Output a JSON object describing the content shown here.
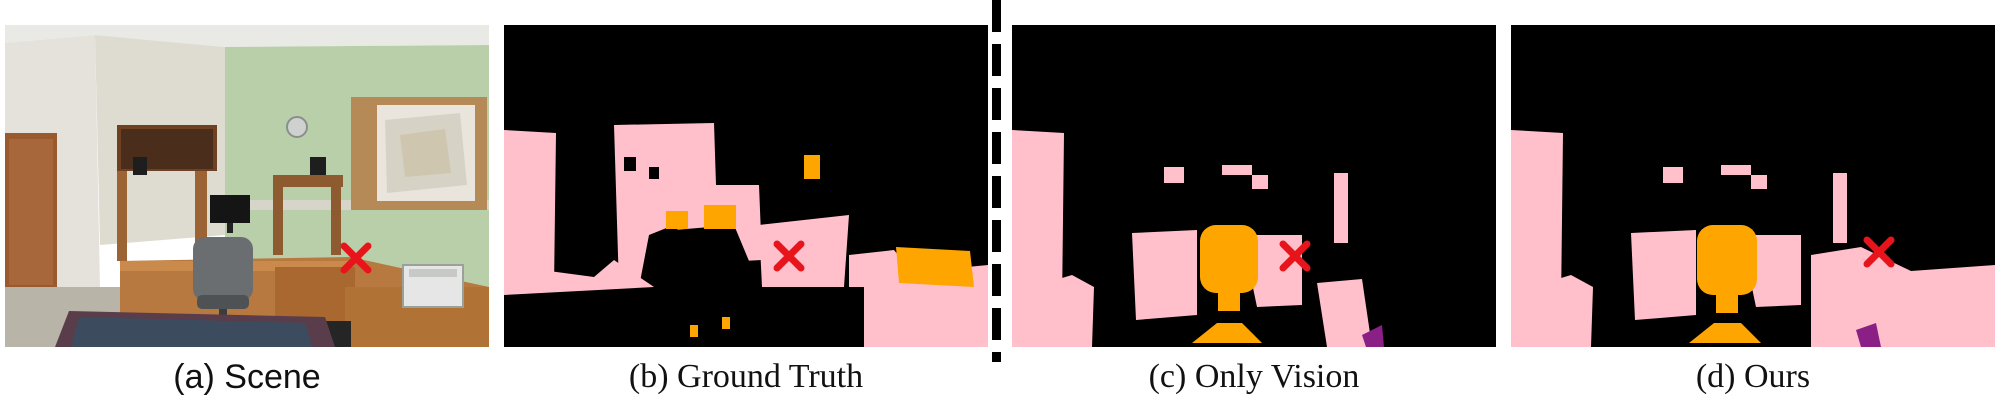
{
  "figure": {
    "panels": [
      {
        "id": "scene",
        "caption": "(a) Scene"
      },
      {
        "id": "ground-truth",
        "caption": "(b) Ground Truth"
      },
      {
        "id": "only-vision",
        "caption": "(c) Only Vision"
      },
      {
        "id": "ours",
        "caption": "(d) Ours"
      }
    ]
  },
  "colors": {
    "background": "#000000",
    "class_pink": "#ffc0cb",
    "class_orange": "#ffa500",
    "class_purple": "#8a1f86",
    "marker_red": "#e8141b",
    "divider": "#000000"
  },
  "icons": {
    "target_marker": "x-mark-icon"
  }
}
